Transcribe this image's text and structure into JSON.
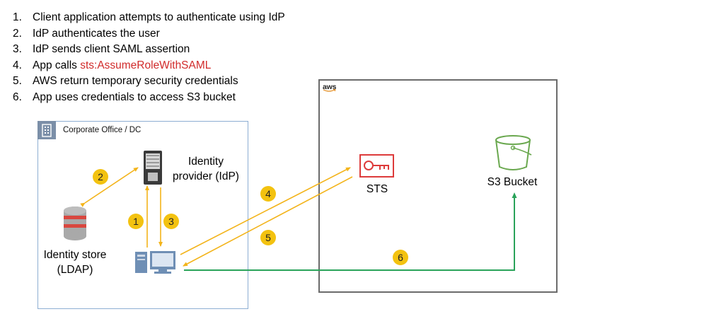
{
  "steps": [
    {
      "num": "1.",
      "text": "Client application attempts to authenticate using IdP"
    },
    {
      "num": "2.",
      "text": "IdP authenticates the user"
    },
    {
      "num": "3.",
      "text": "IdP sends client SAML assertion"
    },
    {
      "num": "4.",
      "text": "App calls ",
      "highlight": "sts:AssumeRoleWithSAML"
    },
    {
      "num": "5.",
      "text": "AWS return temporary security credentials"
    },
    {
      "num": "6.",
      "text": "App uses credentials to access S3 bucket"
    }
  ],
  "corporate": {
    "label": "Corporate Office / DC",
    "icon": "building-icon"
  },
  "aws": {
    "logo": "aws"
  },
  "nodes": {
    "idp": {
      "line1": "Identity",
      "line2": "provider (IdP)",
      "icon": "server-icon"
    },
    "store": {
      "line1": "Identity store",
      "line2": "(LDAP)",
      "icon": "database-icon"
    },
    "client": {
      "icon": "computer-icon"
    },
    "sts": {
      "label": "STS",
      "icon": "key-icon"
    },
    "s3": {
      "label": "S3 Bucket",
      "icon": "bucket-icon"
    }
  },
  "badges": {
    "b1": "1",
    "b2": "2",
    "b3": "3",
    "b4": "4",
    "b5": "5",
    "b6": "6"
  },
  "colors": {
    "arrow": "#f3b41b",
    "green_arrow": "#2aa35a",
    "badge": "#f3c210",
    "highlight": "#d12b2b",
    "sts": "#dd3b3b",
    "s3": "#6aa84f"
  }
}
